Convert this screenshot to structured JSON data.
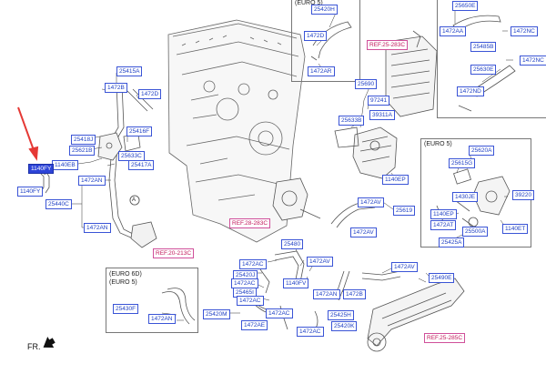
{
  "labels": {
    "l25415A": "25415A",
    "l1472B_a": "1472B",
    "l1472D": "1472D",
    "l25418J": "25418J",
    "l25621B": "25621B",
    "l1140EB": "1140EB",
    "l25416F": "25416F",
    "l25633C": "25633C",
    "l25417A": "25417A",
    "l1140FY_l": "1140FY",
    "l1472AN_a": "1472AN",
    "l25440C": "25440C",
    "l1472AN_b": "1472AN",
    "l25420H": "25420H",
    "l1472D_e5": "1472D",
    "l1472AR": "1472AR",
    "l25690": "25690",
    "l97241": "97241",
    "l39311A": "39311A",
    "l25633B": "25633B",
    "l1140EP": "1140EP",
    "l25650E": "25650E",
    "l1472NC_a": "1472NC",
    "l1472AA": "1472AA",
    "l25485B": "25485B",
    "l1472NC_b": "1472NC",
    "l25630E": "25630E",
    "l1472ND": "1472ND",
    "l25620A": "25620A",
    "l25615G": "25615G",
    "l1430JE": "1430JE",
    "l39220": "39220",
    "l1140EP_b": "1140EP",
    "l1472AT": "1472AT",
    "l25500A": "25500A",
    "l1140ET": "1140ET",
    "l25425A": "25425A",
    "l1472AV_a": "1472AV",
    "l25619": "25619",
    "l1472AV_b": "1472AV",
    "l25480": "25480",
    "l1472AC_a": "1472AC",
    "l1472AV_c": "1472AV",
    "l25420J": "25420J",
    "l1472AC_b": "1472AC",
    "l1140FV": "1140FV",
    "l25465I": "25465I",
    "l1472AC_c": "1472AC",
    "l1472AN_c": "1472AN",
    "l1472B_b": "1472B",
    "l25420M": "25420M",
    "l1472AE": "1472AE",
    "l1472AC_d": "1472AC",
    "l25425H": "25425H",
    "l25420K": "25420K",
    "l1472AC_e": "1472AC",
    "l1472AV_d": "1472AV",
    "l25490E": "25490E",
    "l25430F": "25430F",
    "l1472AN_d": "1472AN",
    "l1140FY": "1140FY"
  },
  "refs": {
    "ref_25283C": "REF.25-283C",
    "ref_20213C": "REF.20-213C",
    "ref_28283C": "REF.28-283C",
    "ref_25285C": "REF.25-285C"
  },
  "notes": {
    "euro5_top": "(EURO 5)",
    "euro5_right": "(EURO 5)",
    "euro6d": "(EURO 6D)",
    "euro5_bottom": "(EURO 5)",
    "callout_a": "A",
    "fr": "FR."
  },
  "colors": {
    "label_blue": "#1e3fc4",
    "highlight": "#2d44d8",
    "ref_pink": "#c2185b",
    "arrow_red": "#e53935"
  }
}
